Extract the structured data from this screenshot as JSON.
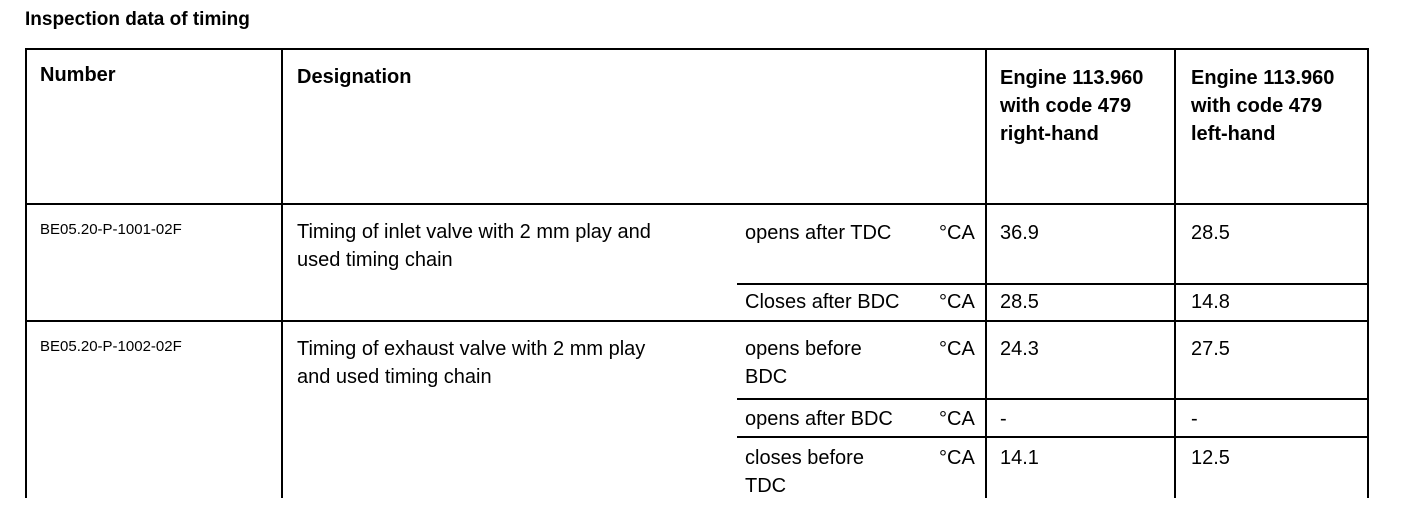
{
  "page": {
    "title": "Inspection data of timing"
  },
  "table": {
    "headers": {
      "number": "Number",
      "designation": "Designation",
      "engine_right": [
        "Engine 113.960",
        "with code 479",
        "right-hand"
      ],
      "engine_left": [
        "Engine 113.960",
        "with code 479",
        "left-hand"
      ]
    },
    "rows": [
      {
        "number": "BE05.20-P-1001-02F",
        "designation": [
          "Timing of inlet valve with 2 mm play and",
          "used timing chain"
        ],
        "sub": [
          {
            "condition": [
              "opens after TDC"
            ],
            "unit": "°CA",
            "right": "36.9",
            "left": "28.5"
          },
          {
            "condition": [
              "Closes after BDC"
            ],
            "unit": "°CA",
            "right": "28.5",
            "left": "14.8"
          }
        ]
      },
      {
        "number": "BE05.20-P-1002-02F",
        "designation": [
          "Timing of exhaust valve with 2 mm play",
          "and used timing chain"
        ],
        "sub": [
          {
            "condition": [
              "opens before",
              "BDC"
            ],
            "unit": "°CA",
            "right": "24.3",
            "left": "27.5"
          },
          {
            "condition": [
              "opens after BDC"
            ],
            "unit": "°CA",
            "right": "-",
            "left": "-"
          },
          {
            "condition": [
              "closes before",
              "TDC"
            ],
            "unit": "°CA",
            "right": "14.1",
            "left": "12.5"
          }
        ]
      }
    ]
  }
}
